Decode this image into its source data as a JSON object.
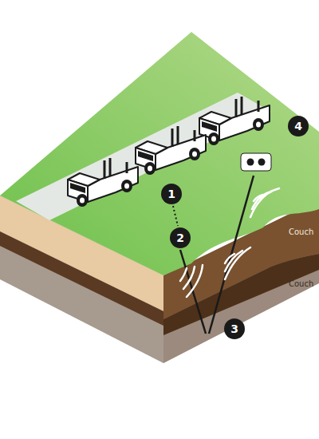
{
  "diagram": {
    "labels": [
      "1",
      "2",
      "3",
      "4",
      "Couch",
      "Couch"
    ]
  }
}
